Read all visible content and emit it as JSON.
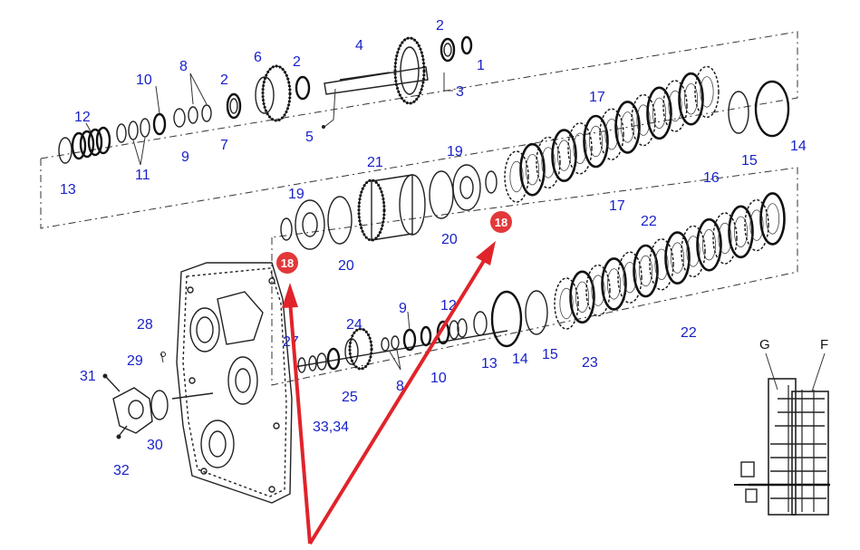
{
  "colors": {
    "label": "#1a22c8",
    "callout": "#e2383a",
    "arrow": "#e0242a",
    "line": "#222222"
  },
  "callouts": [
    {
      "id": "callout-left",
      "number": "18"
    },
    {
      "id": "callout-right",
      "number": "18"
    }
  ],
  "schematic": {
    "label_g": "G",
    "label_f": "F"
  },
  "labels": {
    "l1": "1",
    "l2a": "2",
    "l2b": "2",
    "l2c": "2",
    "l3": "3",
    "l4": "4",
    "l5": "5",
    "l6": "6",
    "l7": "7",
    "l8a": "8",
    "l8b": "8",
    "l9a": "9",
    "l9b": "9",
    "l10a": "10",
    "l10b": "10",
    "l11": "11",
    "l12a": "12",
    "l12b": "12",
    "l13a": "13",
    "l13b": "13",
    "l14a": "14",
    "l14b": "14",
    "l15a": "15",
    "l15b": "15",
    "l16": "16",
    "l17a": "17",
    "l17b": "17",
    "l19a": "19",
    "l19b": "19",
    "l20a": "20",
    "l20b": "20",
    "l21": "21",
    "l22a": "22",
    "l22b": "22",
    "l23": "23",
    "l24": "24",
    "l25": "25",
    "l27": "27",
    "l28": "28",
    "l29": "29",
    "l30": "30",
    "l31": "31",
    "l32": "32",
    "l3334": "33,34"
  }
}
